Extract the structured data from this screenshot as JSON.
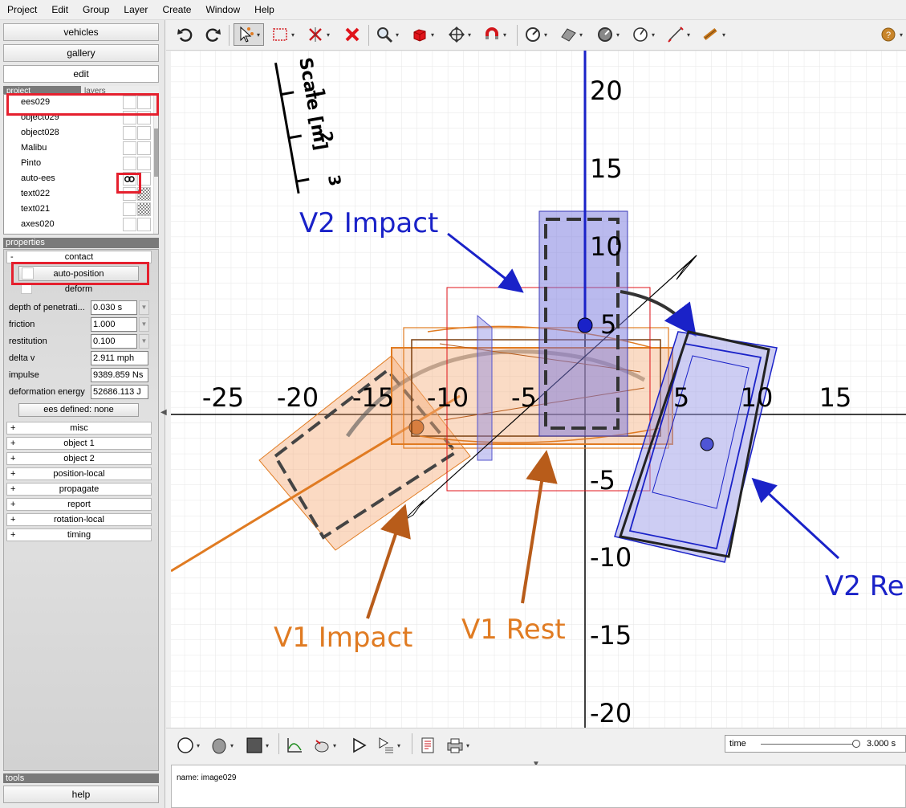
{
  "menu": [
    "Project",
    "Edit",
    "Group",
    "Layer",
    "Create",
    "Window",
    "Help"
  ],
  "nav": {
    "vehicles": "vehicles",
    "gallery": "gallery",
    "edit": "edit"
  },
  "tabs": {
    "project": "project",
    "layers": "layers"
  },
  "project_items": [
    {
      "label": "ees029"
    },
    {
      "label": "object029"
    },
    {
      "label": "object028"
    },
    {
      "label": "Malibu"
    },
    {
      "label": "Pinto"
    },
    {
      "label": "auto-ees"
    },
    {
      "label": "text022"
    },
    {
      "label": "text021"
    },
    {
      "label": "axes020"
    }
  ],
  "properties": {
    "header": "properties",
    "contact_group": "contact",
    "minus": "-",
    "plus": "+",
    "auto_position": "auto-position",
    "deform": "deform",
    "rows": [
      {
        "label": "depth of penetrati...",
        "value": "0.030 s"
      },
      {
        "label": "friction",
        "value": "1.000"
      },
      {
        "label": "restitution",
        "value": "0.100"
      },
      {
        "label": "delta v",
        "value": "2.911 mph"
      },
      {
        "label": "impulse",
        "value": "9389.859 Ns"
      },
      {
        "label": "deformation energy",
        "value": "52686.113 J"
      }
    ],
    "ees_button": "ees defined: none",
    "groups": [
      "misc",
      "object 1",
      "object 2",
      "position-local",
      "propagate",
      "report",
      "rotation-local",
      "timing"
    ]
  },
  "tools": {
    "header": "tools",
    "help": "help"
  },
  "canvas": {
    "x_ticks": [
      "-25",
      "-20",
      "-15",
      "-10",
      "-5",
      "5",
      "10",
      "15",
      "2"
    ],
    "y_ticks": [
      "20",
      "15",
      "10",
      "5",
      "-5",
      "-10",
      "-15",
      "-20"
    ],
    "scale_title": "Scale [m]",
    "scale_ticks": [
      "1",
      "2",
      "3"
    ],
    "labels": {
      "v2_impact": "V2 Impact",
      "v2_rest": "V2 Re",
      "v1_impact": "V1 Impact",
      "v1_rest": "V1 Rest"
    },
    "colors": {
      "v1": "#e07b22",
      "v2": "#1a22c8",
      "grid": "#e6e6e6",
      "axis": "#000000"
    }
  },
  "timebar": {
    "label": "time",
    "value": "3.000 s"
  },
  "status": {
    "name": "name: image029"
  }
}
